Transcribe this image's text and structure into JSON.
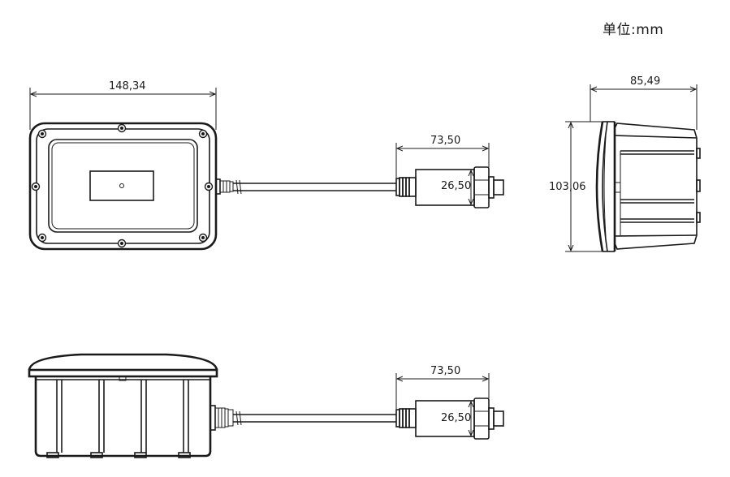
{
  "unit_label": "单位:mm",
  "dimensions": {
    "top_width": "148,34",
    "top_cable_length": "73,50",
    "top_sensor_dia": "26,50",
    "side_depth": "85,49",
    "side_height": "103,06",
    "bottom_cable_length": "73,50",
    "bottom_sensor_dia": "26,50"
  }
}
